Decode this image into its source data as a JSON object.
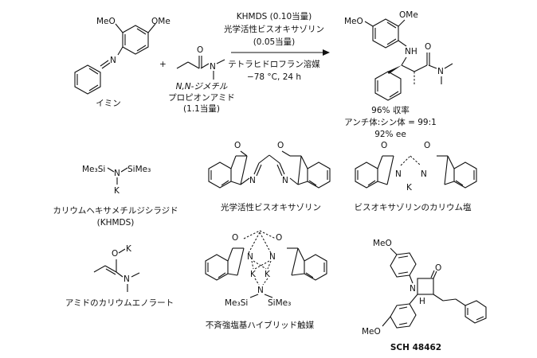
{
  "reaction": {
    "imine_label": "イミン",
    "amide_name_line1": "N,N-ジメチル",
    "amide_name_line2": "プロピオンアミド",
    "amide_equiv": "(1.1当量)",
    "plus": "+",
    "conditions": [
      "KHMDS (0.10当量)",
      "光学活性ビスオキサゾリン",
      "(0.05当量)",
      "テトラヒドロフラン溶媒",
      "−78 °C, 24 h"
    ],
    "results": [
      "96% 収率",
      "アンチ体:シン体 = 99:1",
      "92% ee"
    ]
  },
  "compounds": {
    "khmds_label": "カリウムヘキサメチルジシラジド",
    "khmds_abbrev": "(KHMDS)",
    "box_label": "光学活性ビスオキサゾリン",
    "box_k_label": "ビスオキサゾリンのカリウム塩",
    "enolate_label": "アミドのカリウムエノラート",
    "hybrid_label": "不斉強塩基ハイブリッド触媒",
    "sch_label": "SCH 48462"
  },
  "atoms": {
    "OMe": "OMe",
    "MeO": "MeO",
    "N": "N",
    "NH": "NH",
    "O": "O",
    "K": "K",
    "Me3Si": "Me₃Si",
    "SiMe3": "SiMe₃",
    "H": "H"
  }
}
